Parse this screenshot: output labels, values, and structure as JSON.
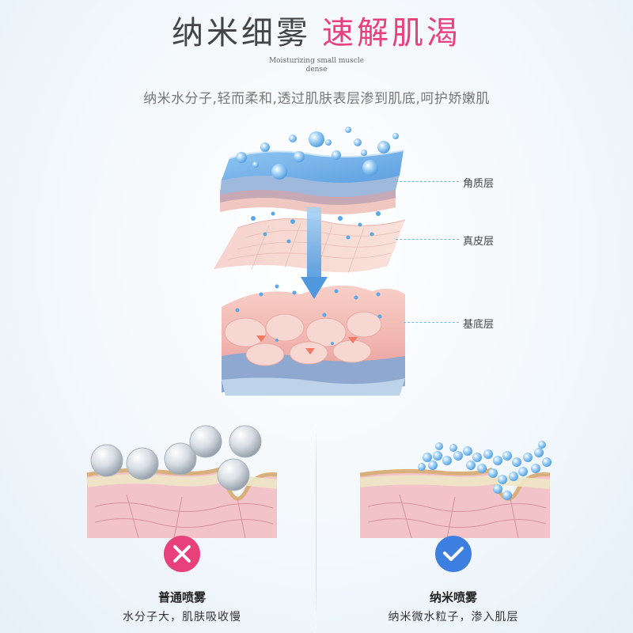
{
  "header": {
    "title_main": "纳米细雾",
    "title_accent": "速解肌渴",
    "subtitle_en_line1": "Moisturizing small muscle",
    "subtitle_en_line2": "dense",
    "description": "纳米水分子,轻而柔和,透过肌肤表层渗到肌底,呵护娇嫩肌"
  },
  "layers": {
    "top": "角质层",
    "middle": "真皮层",
    "bottom": "基底层"
  },
  "comparison": {
    "left": {
      "title": "普通喷雾",
      "subtitle": "水分子大，肌肤吸收慢",
      "badge_icon": "cross-icon"
    },
    "right": {
      "title": "纳米喷雾",
      "subtitle": "纳米微水粒子，渗入肌层",
      "badge_icon": "check-icon"
    }
  },
  "colors": {
    "accent_pink": "#e8407a",
    "check_blue": "#3c7fe0",
    "droplet_blue": "#5aa9e6"
  }
}
